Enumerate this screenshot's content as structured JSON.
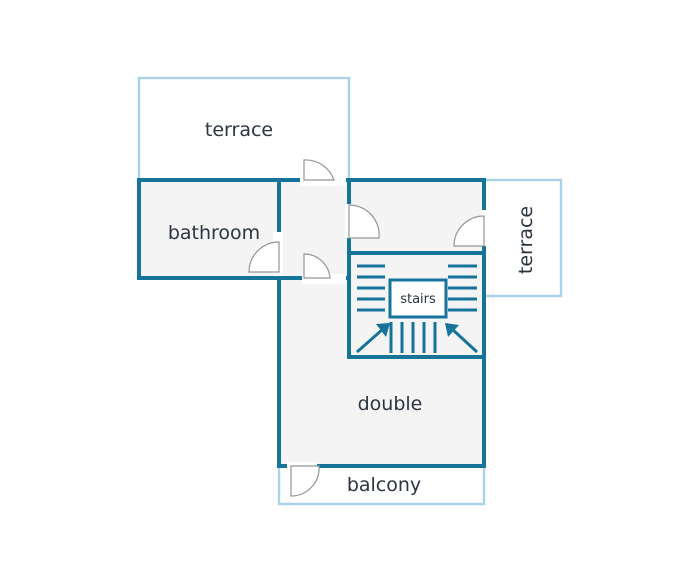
{
  "floor_plan": {
    "rooms": {
      "terrace_top": "terrace",
      "bathroom": "bathroom",
      "terrace_right": "terrace",
      "stairs": "stairs",
      "double": "double",
      "balcony": "balcony"
    },
    "colors": {
      "wall": "#16739a",
      "exterior_line": "#a9d3ea",
      "floor": "#f4f4f5",
      "door_arc": "#8f969c",
      "text": "#2b3540"
    }
  }
}
